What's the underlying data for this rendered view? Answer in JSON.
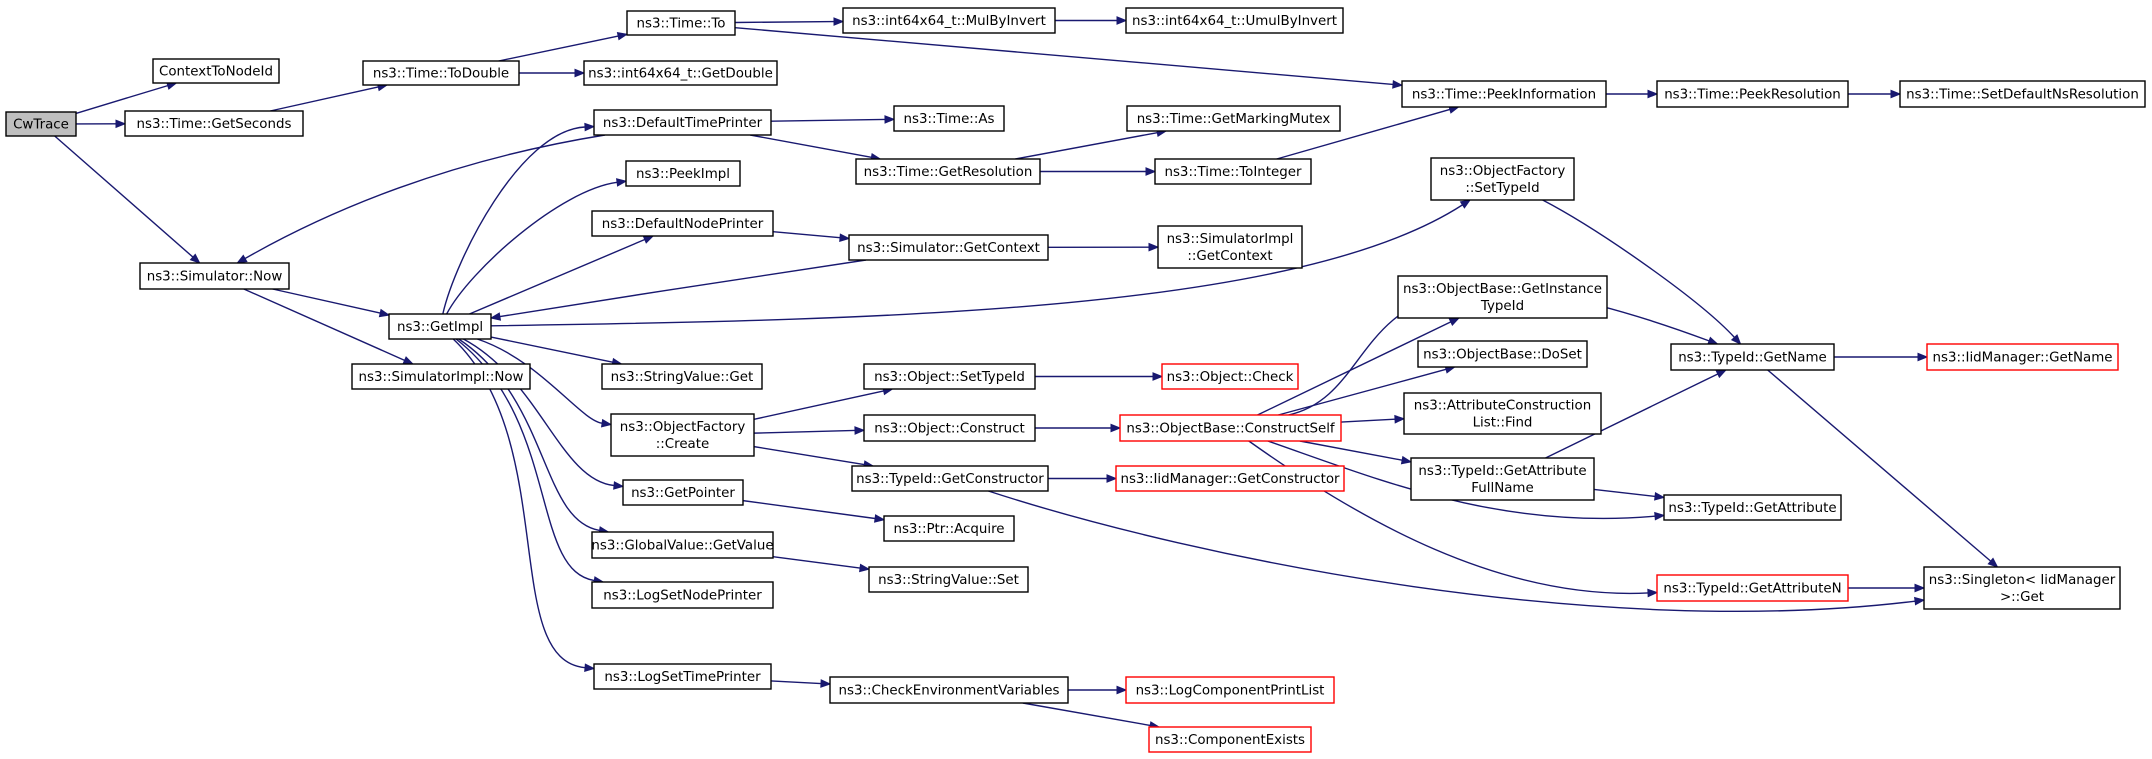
{
  "colors": {
    "edge": "#191970",
    "node_border": "#000000",
    "node_border_incomplete": "#ff0000",
    "node_fill": "#ffffff",
    "root_fill": "#bfbfbf"
  },
  "nodes": [
    {
      "id": "cwtrace",
      "label": [
        "CwTrace"
      ],
      "style": "root"
    },
    {
      "id": "contexttonodeid",
      "label": [
        "ContextToNodeId"
      ],
      "style": "normal"
    },
    {
      "id": "time_getseconds",
      "label": [
        "ns3::Time::GetSeconds"
      ],
      "style": "normal"
    },
    {
      "id": "simulator_now",
      "label": [
        "ns3::Simulator::Now"
      ],
      "style": "normal"
    },
    {
      "id": "time_todouble",
      "label": [
        "ns3::Time::ToDouble"
      ],
      "style": "normal"
    },
    {
      "id": "time_to",
      "label": [
        "ns3::Time::To"
      ],
      "style": "normal"
    },
    {
      "id": "int64_getdouble",
      "label": [
        "ns3::int64x64_t::GetDouble"
      ],
      "style": "normal"
    },
    {
      "id": "int64_mulbyinvert",
      "label": [
        "ns3::int64x64_t::MulByInvert"
      ],
      "style": "normal"
    },
    {
      "id": "int64_umulbyinvert",
      "label": [
        "ns3::int64x64_t::UmulByInvert"
      ],
      "style": "normal"
    },
    {
      "id": "time_peekinformation",
      "label": [
        "ns3::Time::PeekInformation"
      ],
      "style": "normal"
    },
    {
      "id": "time_peekresolution",
      "label": [
        "ns3::Time::PeekResolution"
      ],
      "style": "normal"
    },
    {
      "id": "time_setdefaultnsresolution",
      "label": [
        "ns3::Time::SetDefaultNsResolution"
      ],
      "style": "normal"
    },
    {
      "id": "defaulttimeprinter",
      "label": [
        "ns3::DefaultTimePrinter"
      ],
      "style": "normal"
    },
    {
      "id": "time_as",
      "label": [
        "ns3::Time::As"
      ],
      "style": "normal"
    },
    {
      "id": "time_getresolution",
      "label": [
        "ns3::Time::GetResolution"
      ],
      "style": "normal"
    },
    {
      "id": "time_getmarkingmutex",
      "label": [
        "ns3::Time::GetMarkingMutex"
      ],
      "style": "normal"
    },
    {
      "id": "time_tointeger",
      "label": [
        "ns3::Time::ToInteger"
      ],
      "style": "normal"
    },
    {
      "id": "peekimpl",
      "label": [
        "ns3::PeekImpl"
      ],
      "style": "normal"
    },
    {
      "id": "defaultnodeprinter",
      "label": [
        "ns3::DefaultNodePrinter"
      ],
      "style": "normal"
    },
    {
      "id": "simulator_getcontext",
      "label": [
        "ns3::Simulator::GetContext"
      ],
      "style": "normal"
    },
    {
      "id": "simulatorimpl_getcontext",
      "label": [
        "ns3::SimulatorImpl",
        "::GetContext"
      ],
      "style": "normal"
    },
    {
      "id": "getimpl",
      "label": [
        "ns3::GetImpl"
      ],
      "style": "normal"
    },
    {
      "id": "simulatorimpl_now",
      "label": [
        "ns3::SimulatorImpl::Now"
      ],
      "style": "normal"
    },
    {
      "id": "stringvalue_get",
      "label": [
        "ns3::StringValue::Get"
      ],
      "style": "normal"
    },
    {
      "id": "objectfactory_create",
      "label": [
        "ns3::ObjectFactory",
        "::Create"
      ],
      "style": "normal"
    },
    {
      "id": "object_settypeid",
      "label": [
        "ns3::Object::SetTypeId"
      ],
      "style": "normal"
    },
    {
      "id": "object_check",
      "label": [
        "ns3::Object::Check"
      ],
      "style": "incomplete"
    },
    {
      "id": "object_construct",
      "label": [
        "ns3::Object::Construct"
      ],
      "style": "normal"
    },
    {
      "id": "objectbase_constructself",
      "label": [
        "ns3::ObjectBase::ConstructSelf"
      ],
      "style": "incomplete"
    },
    {
      "id": "typeid_getconstructor",
      "label": [
        "ns3::TypeId::GetConstructor"
      ],
      "style": "normal"
    },
    {
      "id": "iidmanager_getconstructor",
      "label": [
        "ns3::IidManager::GetConstructor"
      ],
      "style": "incomplete"
    },
    {
      "id": "getpointer",
      "label": [
        "ns3::GetPointer"
      ],
      "style": "normal"
    },
    {
      "id": "ptr_acquire",
      "label": [
        "ns3::Ptr::Acquire"
      ],
      "style": "normal"
    },
    {
      "id": "globalvalue_getvalue",
      "label": [
        "ns3::GlobalValue::GetValue"
      ],
      "style": "normal"
    },
    {
      "id": "stringvalue_set",
      "label": [
        "ns3::StringValue::Set"
      ],
      "style": "normal"
    },
    {
      "id": "logsetnodeprinter",
      "label": [
        "ns3::LogSetNodePrinter"
      ],
      "style": "normal"
    },
    {
      "id": "logsettimeprinter",
      "label": [
        "ns3::LogSetTimePrinter"
      ],
      "style": "normal"
    },
    {
      "id": "checkenvironmentvariables",
      "label": [
        "ns3::CheckEnvironmentVariables"
      ],
      "style": "normal"
    },
    {
      "id": "logcomponentprintlist",
      "label": [
        "ns3::LogComponentPrintList"
      ],
      "style": "incomplete"
    },
    {
      "id": "componentexists",
      "label": [
        "ns3::ComponentExists"
      ],
      "style": "incomplete"
    },
    {
      "id": "objectfactory_settypeid",
      "label": [
        "ns3::ObjectFactory",
        "::SetTypeId"
      ],
      "style": "normal"
    },
    {
      "id": "objectbase_getinstancetypeid",
      "label": [
        "ns3::ObjectBase::GetInstance",
        "TypeId"
      ],
      "style": "normal"
    },
    {
      "id": "objectbase_doset",
      "label": [
        "ns3::ObjectBase::DoSet"
      ],
      "style": "normal"
    },
    {
      "id": "attributeconstructionlist_find",
      "label": [
        "ns3::AttributeConstruction",
        "List::Find"
      ],
      "style": "normal"
    },
    {
      "id": "typeid_getattributefullname",
      "label": [
        "ns3::TypeId::GetAttribute",
        "FullName"
      ],
      "style": "normal"
    },
    {
      "id": "typeid_getattributen",
      "label": [
        "ns3::TypeId::GetAttributeN"
      ],
      "style": "incomplete"
    },
    {
      "id": "typeid_getname",
      "label": [
        "ns3::TypeId::GetName"
      ],
      "style": "normal"
    },
    {
      "id": "iidmanager_getname",
      "label": [
        "ns3::IidManager::GetName"
      ],
      "style": "incomplete"
    },
    {
      "id": "typeid_getattribute",
      "label": [
        "ns3::TypeId::GetAttribute"
      ],
      "style": "normal"
    },
    {
      "id": "singleton_get",
      "label": [
        "ns3::Singleton< IidManager",
        " >::Get"
      ],
      "style": "normal"
    }
  ],
  "edges": [
    [
      "cwtrace",
      "contexttonodeid"
    ],
    [
      "cwtrace",
      "time_getseconds"
    ],
    [
      "cwtrace",
      "simulator_now"
    ],
    [
      "time_getseconds",
      "time_todouble"
    ],
    [
      "time_todouble",
      "time_to"
    ],
    [
      "time_todouble",
      "int64_getdouble"
    ],
    [
      "time_to",
      "int64_mulbyinvert"
    ],
    [
      "time_to",
      "time_peekinformation"
    ],
    [
      "int64_mulbyinvert",
      "int64_umulbyinvert"
    ],
    [
      "time_peekinformation",
      "time_peekresolution"
    ],
    [
      "time_peekresolution",
      "time_setdefaultnsresolution"
    ],
    [
      "simulator_now",
      "getimpl"
    ],
    [
      "simulator_now",
      "simulatorimpl_now"
    ],
    [
      "defaulttimeprinter",
      "simulator_now"
    ],
    [
      "defaulttimeprinter",
      "time_as"
    ],
    [
      "defaulttimeprinter",
      "time_getresolution"
    ],
    [
      "time_getresolution",
      "time_getmarkingmutex"
    ],
    [
      "time_getresolution",
      "time_tointeger"
    ],
    [
      "time_tointeger",
      "time_peekinformation"
    ],
    [
      "getimpl",
      "defaulttimeprinter"
    ],
    [
      "getimpl",
      "peekimpl"
    ],
    [
      "getimpl",
      "defaultnodeprinter"
    ],
    [
      "defaultnodeprinter",
      "simulator_getcontext"
    ],
    [
      "simulator_getcontext",
      "simulatorimpl_getcontext"
    ],
    [
      "simulator_getcontext",
      "getimpl"
    ],
    [
      "getimpl",
      "objectfactory_settypeid"
    ],
    [
      "getimpl",
      "stringvalue_get"
    ],
    [
      "getimpl",
      "objectfactory_create"
    ],
    [
      "getimpl",
      "getpointer"
    ],
    [
      "getimpl",
      "globalvalue_getvalue"
    ],
    [
      "getimpl",
      "logsetnodeprinter"
    ],
    [
      "getimpl",
      "logsettimeprinter"
    ],
    [
      "objectfactory_create",
      "object_settypeid"
    ],
    [
      "objectfactory_create",
      "object_construct"
    ],
    [
      "objectfactory_create",
      "typeid_getconstructor"
    ],
    [
      "object_settypeid",
      "object_check"
    ],
    [
      "object_construct",
      "objectbase_constructself"
    ],
    [
      "typeid_getconstructor",
      "iidmanager_getconstructor"
    ],
    [
      "typeid_getconstructor",
      "singleton_get"
    ],
    [
      "getpointer",
      "ptr_acquire"
    ],
    [
      "globalvalue_getvalue",
      "stringvalue_set"
    ],
    [
      "logsettimeprinter",
      "checkenvironmentvariables"
    ],
    [
      "checkenvironmentvariables",
      "logcomponentprintlist"
    ],
    [
      "checkenvironmentvariables",
      "componentexists"
    ],
    [
      "objectfactory_settypeid",
      "typeid_getname"
    ],
    [
      "objectbase_constructself",
      "objectbase_getinstancetypeid"
    ],
    [
      "objectbase_constructself",
      "objectbase_doset"
    ],
    [
      "objectbase_constructself",
      "attributeconstructionlist_find"
    ],
    [
      "objectbase_constructself",
      "typeid_getattributefullname"
    ],
    [
      "objectbase_constructself",
      "typeid_getattribute"
    ],
    [
      "objectbase_constructself",
      "typeid_getattributen"
    ],
    [
      "objectbase_constructself",
      "typeid_getname"
    ],
    [
      "typeid_getattributefullname",
      "typeid_getname"
    ],
    [
      "typeid_getattributefullname",
      "typeid_getattribute"
    ],
    [
      "typeid_getattributen",
      "singleton_get"
    ],
    [
      "typeid_getname",
      "iidmanager_getname"
    ],
    [
      "typeid_getname",
      "singleton_get"
    ]
  ]
}
